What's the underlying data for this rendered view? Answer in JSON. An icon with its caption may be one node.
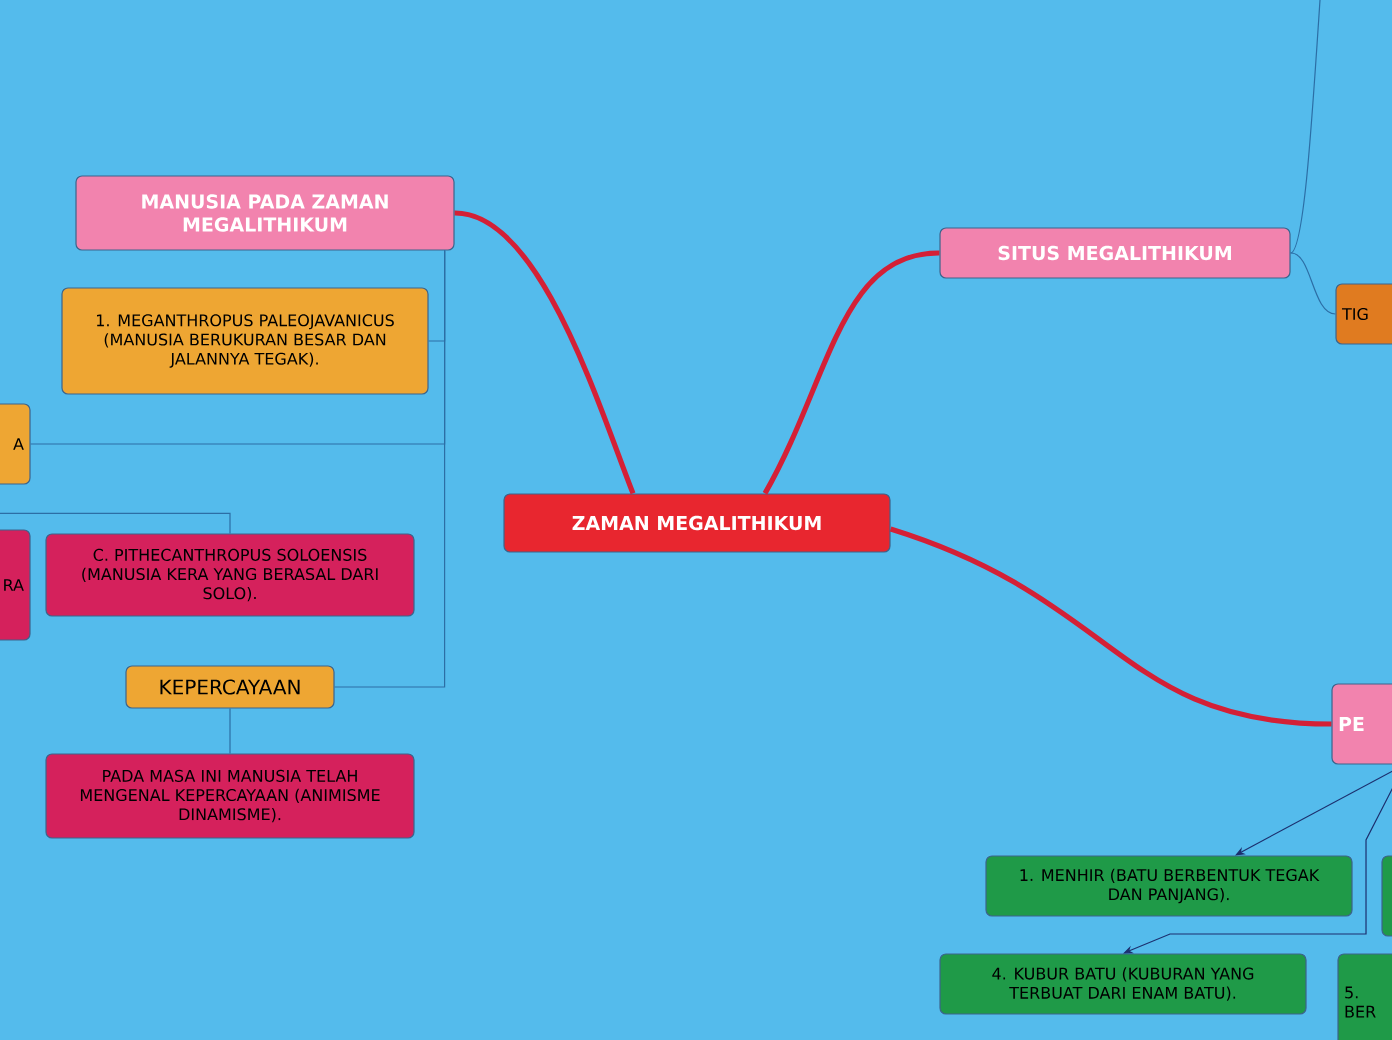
{
  "diagram": {
    "nodes": [
      {
        "text": [
          "ZAMAN MEGALITHIKUM"
        ]
      },
      {
        "text": [
          "MANUSIA PADA ZAMAN MEGALITHIKUM"
        ]
      },
      {
        "text": [
          "1. MEGANTHROPUS PALEOJAVANICUS (MANUSIA BERUKURAN BESAR DAN JALANNYA TEGAK)."
        ]
      },
      {
        "text": [
          "A"
        ]
      },
      {
        "text": [
          "RA"
        ]
      },
      {
        "text": [
          "C. PITHECANTHROPUS SOLOENSIS (MANUSIA KERA YANG BERASAL DARI SOLO)."
        ]
      },
      {
        "text": [
          "KEPERCAYAAN"
        ]
      },
      {
        "text": [
          "PADA MASA INI MANUSIA TELAH MENGENAL KEPERCAYAAN (ANIMISME DINAMISME)."
        ]
      },
      {
        "text": [
          "SITUS MEGALITHIKUM"
        ]
      },
      {
        "text": [
          "TIG"
        ]
      },
      {
        "text": [
          "PE"
        ]
      },
      {
        "text": [],
        "shape": "box"
      },
      {
        "text": [
          "1. MENHIR (BATU BERBENTUK TEGAK DAN PANJANG)."
        ]
      },
      {
        "text": [
          "4. KUBUR BATU (KUBURAN YANG TERBUAT DARI ENAM BATU)."
        ]
      },
      {
        "text": [
          "5. BER"
        ]
      }
    ],
    "edges": [
      {
        "from": 0,
        "to": 1,
        "arrow": "none",
        "style": "thick",
        "color": "#d42036"
      },
      {
        "from": 0,
        "to": 8,
        "arrow": "none",
        "style": "thick",
        "color": "#d42036"
      },
      {
        "from": 0,
        "to": 10,
        "arrow": "none",
        "style": "thick",
        "color": "#d42036"
      },
      {
        "from": 1,
        "to": 2,
        "arrow": "none"
      },
      {
        "from": 1,
        "to": 3,
        "arrow": "none"
      },
      {
        "from": 1,
        "to": 6,
        "arrow": "none"
      },
      {
        "from": 4,
        "to": 5,
        "arrow": "none"
      },
      {
        "from": 6,
        "to": 7,
        "arrow": "none"
      },
      {
        "from": 8,
        "to": null,
        "arrow": "none"
      },
      {
        "from": 8,
        "to": 9,
        "arrow": "none"
      },
      {
        "from": 10,
        "to": 12,
        "arrow": "to",
        "color": "#1c2f6e"
      },
      {
        "from": 10,
        "to": 13,
        "arrow": "to",
        "color": "#1c2f6e"
      }
    ]
  }
}
